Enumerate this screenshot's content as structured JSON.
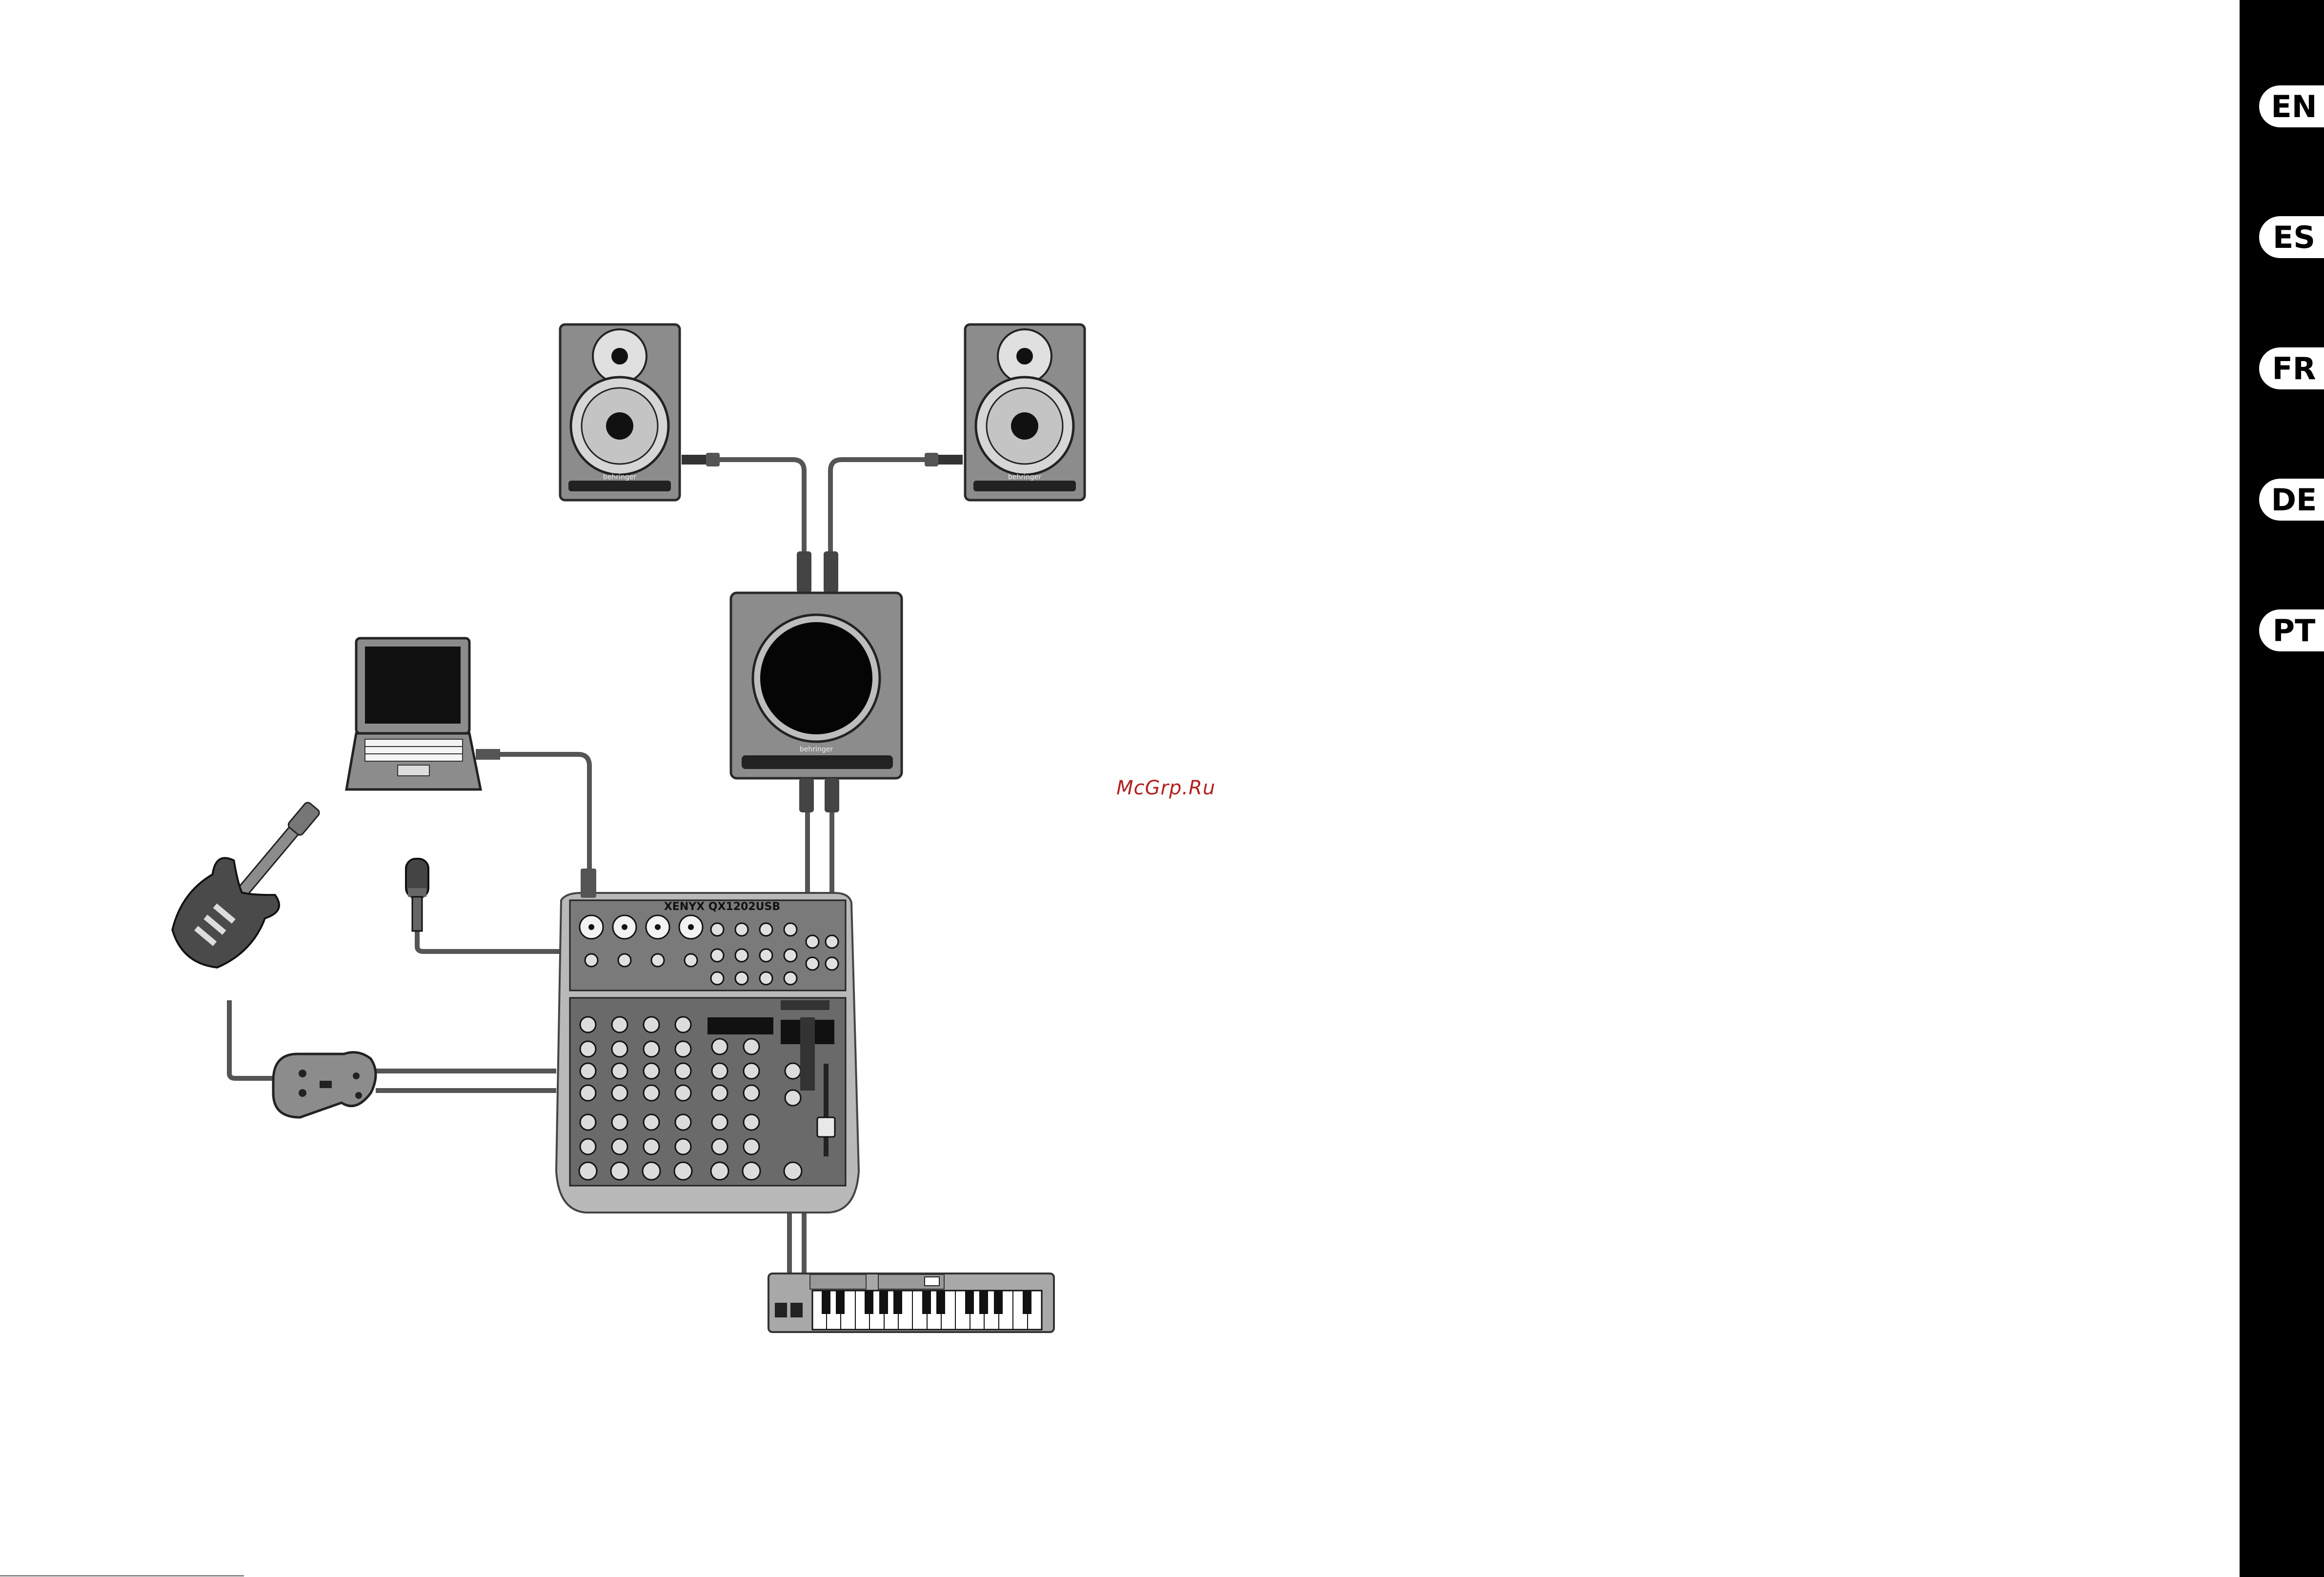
{
  "languages": [
    "EN",
    "ES",
    "FR",
    "DE",
    "PT"
  ],
  "watermark": "McGrp.Ru",
  "devices": {
    "speaker_brand": "behringer",
    "subwoofer_brand": "behringer",
    "mixer_model": "XENYX QX1202USB"
  },
  "colors": {
    "device_gray": "#8c8c8c",
    "device_dark": "#2e2e2e",
    "cable": "#555555",
    "lang_bar": "#000000",
    "watermark": "#b32020"
  }
}
